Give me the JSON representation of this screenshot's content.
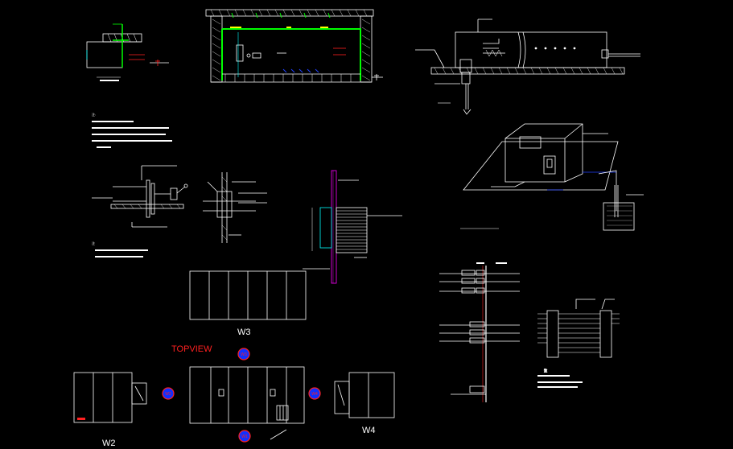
{
  "labels": {
    "topview": "TOPVIEW",
    "w2": "W2",
    "w3": "W3",
    "w4": "W4",
    "badge_w2": "W2",
    "badge_w3": "W3",
    "badge_w4": "W4",
    "badge_w1": "W1",
    "note_head": "注:",
    "note_head2": "注",
    "note_head3": "注"
  },
  "colors": {
    "background": "#000000",
    "line": "#ffffff",
    "accent_green": "#00ff00",
    "accent_red": "#ff2020",
    "accent_blue": "#2040ff",
    "accent_yellow": "#ffff00",
    "accent_cyan": "#00ffff",
    "accent_magenta": "#ff00ff"
  }
}
